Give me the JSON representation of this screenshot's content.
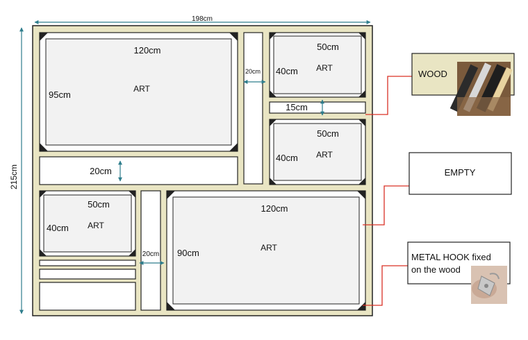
{
  "dims": {
    "total_width": "198cm",
    "total_height": "215cm",
    "art_large_top_w": "120cm",
    "art_large_top_h": "95cm",
    "spacer_vertical_top": "20cm",
    "art_small_top_w": "50cm",
    "art_small_top_h": "40cm",
    "gap_between_small": "15cm",
    "art_small_mid_w": "50cm",
    "art_small_mid_h": "40cm",
    "spacer_horizontal": "20cm",
    "art_small_bottom_w": "50cm",
    "art_small_bottom_h": "40cm",
    "spacer_vertical_bottom": "20cm",
    "art_large_bottom_w": "120cm",
    "art_large_bottom_h": "90cm"
  },
  "labels": {
    "art": "ART"
  },
  "legend": {
    "wood": "WOOD",
    "empty": "EMPTY",
    "hook_line1": "METAL HOOK fixed",
    "hook_line2": "on the wood"
  },
  "colors": {
    "wood": "#e9e5c3",
    "art_fill": "#f2f2f2",
    "outline": "#222222",
    "measure": "#2e7d8c",
    "callout": "#d93025"
  }
}
